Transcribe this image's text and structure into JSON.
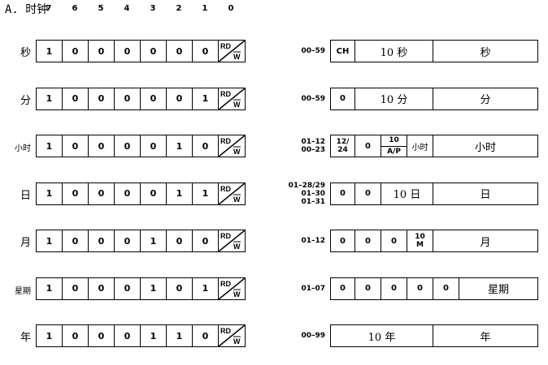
{
  "title": "A. 时钟",
  "bit_numbers": [
    "7",
    "6",
    "5",
    "4",
    "3",
    "2",
    "1",
    "0"
  ],
  "rd_label": "RD",
  "w_label": "W",
  "rows": [
    {
      "label": "秒",
      "small": false,
      "bits": [
        "1",
        "0",
        "0",
        "0",
        "0",
        "0",
        "0"
      ],
      "range": [
        "00–59"
      ],
      "fields": [
        {
          "text": "CH",
          "w": 30
        },
        {
          "text": "10 秒",
          "w": 96,
          "t": true
        },
        {
          "text": "秒",
          "w": 128,
          "t": true
        }
      ]
    },
    {
      "label": "分",
      "small": false,
      "bits": [
        "1",
        "0",
        "0",
        "0",
        "0",
        "0",
        "1"
      ],
      "range": [
        "00–59"
      ],
      "fields": [
        {
          "text": "0",
          "w": 30
        },
        {
          "text": "10 分",
          "w": 96,
          "t": true
        },
        {
          "text": "分",
          "w": 128,
          "t": true
        }
      ]
    },
    {
      "label": "小时",
      "small": true,
      "bits": [
        "1",
        "0",
        "0",
        "0",
        "0",
        "1",
        "0"
      ],
      "range": [
        "01–12",
        "00–23"
      ],
      "fields": [
        {
          "stack": [
            "12/",
            "24"
          ],
          "w": 30
        },
        {
          "text": "0",
          "w": 32
        },
        {
          "split": [
            "10",
            "A/P"
          ],
          "w": 32
        },
        {
          "text": "小时",
          "w": 32,
          "small": true
        },
        {
          "text": "小时",
          "w": 128,
          "t": true
        }
      ]
    },
    {
      "label": "日",
      "small": false,
      "bits": [
        "1",
        "0",
        "0",
        "0",
        "0",
        "1",
        "1"
      ],
      "range": [
        "01–28/29",
        "01–30",
        "01–31"
      ],
      "fields": [
        {
          "text": "0",
          "w": 30
        },
        {
          "text": "0",
          "w": 32
        },
        {
          "text": "10 日",
          "w": 64,
          "t": true
        },
        {
          "text": "日",
          "w": 128,
          "t": true
        }
      ]
    },
    {
      "label": "月",
      "small": false,
      "bits": [
        "1",
        "0",
        "0",
        "0",
        "1",
        "0",
        "0"
      ],
      "range": [
        "01–12"
      ],
      "fields": [
        {
          "text": "0",
          "w": 30
        },
        {
          "text": "0",
          "w": 32
        },
        {
          "text": "0",
          "w": 32
        },
        {
          "stack": [
            "10",
            "M"
          ],
          "w": 32
        },
        {
          "text": "月",
          "w": 128,
          "t": true
        }
      ]
    },
    {
      "label": "星期",
      "small": true,
      "bits": [
        "1",
        "0",
        "0",
        "0",
        "1",
        "0",
        "1"
      ],
      "range": [
        "01–07"
      ],
      "fields": [
        {
          "text": "0",
          "w": 30
        },
        {
          "text": "0",
          "w": 32
        },
        {
          "text": "0",
          "w": 32
        },
        {
          "text": "0",
          "w": 32
        },
        {
          "text": "0",
          "w": 32
        },
        {
          "text": "星期",
          "w": 96,
          "t": true
        }
      ]
    },
    {
      "label": "年",
      "small": false,
      "bits": [
        "1",
        "0",
        "0",
        "0",
        "1",
        "1",
        "0"
      ],
      "range": [
        "00–99"
      ],
      "fields": [
        {
          "text": "10 年",
          "w": 126,
          "t": true
        },
        {
          "text": "年",
          "w": 128,
          "t": true
        }
      ]
    }
  ]
}
